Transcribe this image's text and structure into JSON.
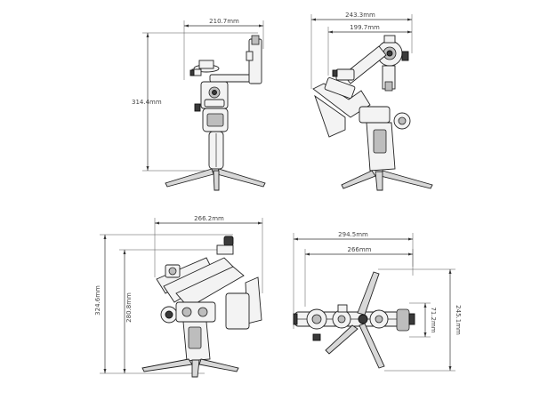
{
  "views": {
    "front": {
      "width_dim": "210.7mm",
      "height_dim": "314.4mm"
    },
    "side": {
      "overall_width_dim": "243.3mm",
      "inner_width_dim": "199.7mm"
    },
    "folded": {
      "width_dim": "266.2mm",
      "outer_height_dim": "324.6mm",
      "inner_height_dim": "280.8mm"
    },
    "top": {
      "overall_width_dim": "294.5mm",
      "inner_width_dim": "266mm",
      "small_height_dim": "71.2mm",
      "height_dim": "245.1mm"
    }
  }
}
